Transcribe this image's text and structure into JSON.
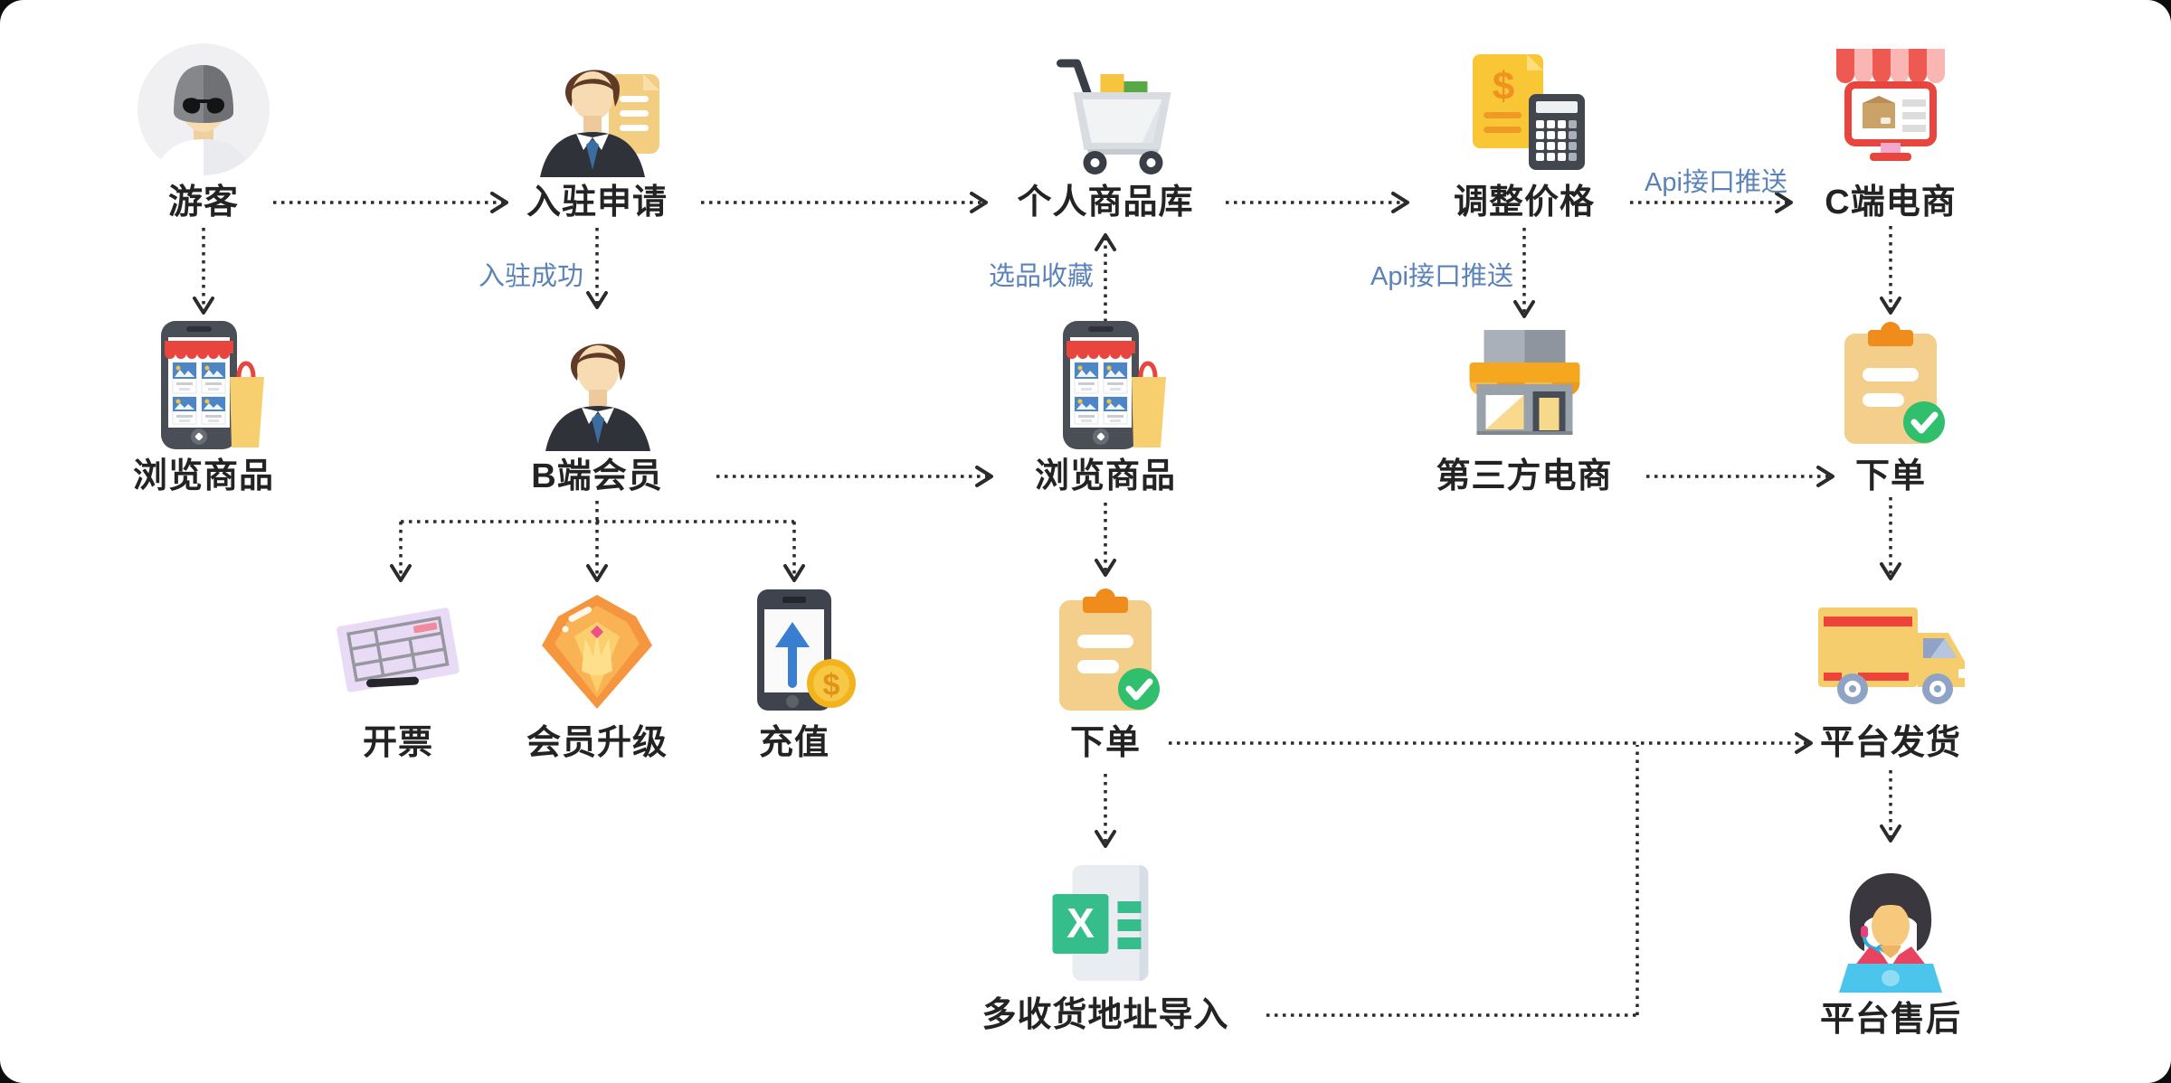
{
  "diagram": {
    "type": "flowchart",
    "background": "#ffffff",
    "edge_color": "#2b2b2b",
    "node_label_color": "#232323",
    "edge_label_color": "#5b83b8"
  },
  "nodes": {
    "visitor": {
      "label": "游客",
      "icon": "visitor-avatar-icon"
    },
    "application": {
      "label": "入驻申请",
      "icon": "businessman-document-icon"
    },
    "product_library": {
      "label": "个人商品库",
      "icon": "shopping-cart-icon"
    },
    "adjust_price": {
      "label": "调整价格",
      "icon": "price-calculator-icon"
    },
    "c_commerce": {
      "label": "C端电商",
      "icon": "online-storefront-icon"
    },
    "browse_left": {
      "label": "浏览商品",
      "icon": "phone-shopping-icon"
    },
    "b_member": {
      "label": "B端会员",
      "icon": "businessman-icon"
    },
    "browse_mid": {
      "label": "浏览商品",
      "icon": "phone-shopping-icon"
    },
    "third_party": {
      "label": "第三方电商",
      "icon": "store-building-icon"
    },
    "order_right": {
      "label": "下单",
      "icon": "order-clipboard-icon"
    },
    "invoice": {
      "label": "开票",
      "icon": "invoice-icon"
    },
    "member_upgrade": {
      "label": "会员升级",
      "icon": "diamond-badge-icon"
    },
    "recharge": {
      "label": "充值",
      "icon": "recharge-phone-icon"
    },
    "order_mid": {
      "label": "下单",
      "icon": "order-clipboard-icon"
    },
    "platform_shipping": {
      "label": "平台发货",
      "icon": "delivery-truck-icon"
    },
    "address_import": {
      "label": "多收货地址导入",
      "icon": "excel-file-icon"
    },
    "after_sales": {
      "label": "平台售后",
      "icon": "customer-service-icon"
    }
  },
  "edge_labels": {
    "join_success": "入驻成功",
    "pick_favorite": "选品收藏",
    "api_push_store": "Api接口推送",
    "api_push_c": "Api接口推送"
  }
}
